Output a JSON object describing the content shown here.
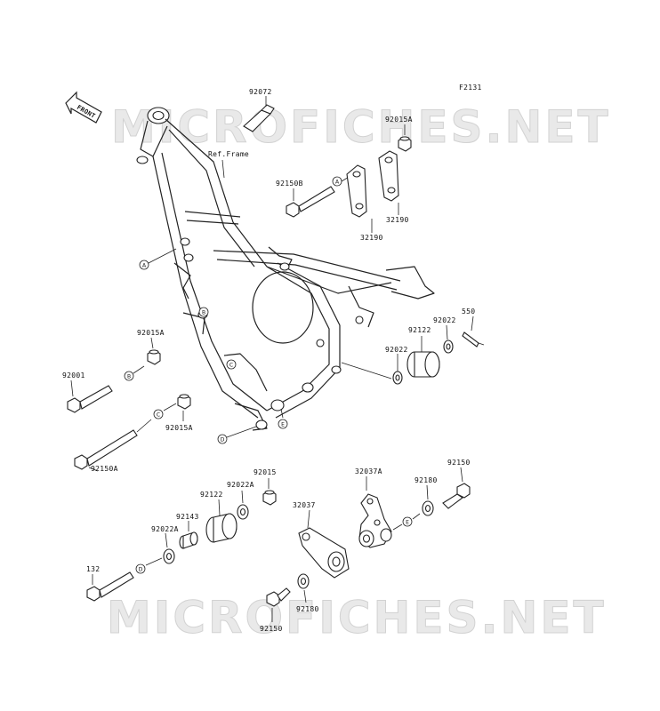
{
  "diagram_id": "F2131",
  "watermark": "MICROFICHES.NET",
  "front_label": "FRONT",
  "ref_frame_label": "Ref.Frame",
  "parts": {
    "p92072": "92072",
    "p92015A_top": "92015A",
    "p92150B": "92150B",
    "p32190_a": "32190",
    "p32190_b": "32190",
    "p550": "550",
    "p92022_r1": "92022",
    "p92122_r": "92122",
    "p92022_r2": "92022",
    "p92015A_left": "92015A",
    "p92001": "92001",
    "p92015A_mid": "92015A",
    "p92150A": "92150A",
    "p92015": "92015",
    "p92022A_1": "92022A",
    "p92122_b": "92122",
    "p92143": "92143",
    "p92022A_2": "92022A",
    "p32037A": "32037A",
    "p92150_r": "92150",
    "p92180_r": "92180",
    "p32037": "32037",
    "p132": "132",
    "p92180_b": "92180",
    "p92150_b": "92150"
  },
  "callouts": {
    "A1": "A",
    "A2": "A",
    "B1": "B",
    "B2": "B",
    "C1": "C",
    "C2": "C",
    "D1": "D",
    "D2": "D",
    "E1": "E",
    "E2": "E"
  }
}
